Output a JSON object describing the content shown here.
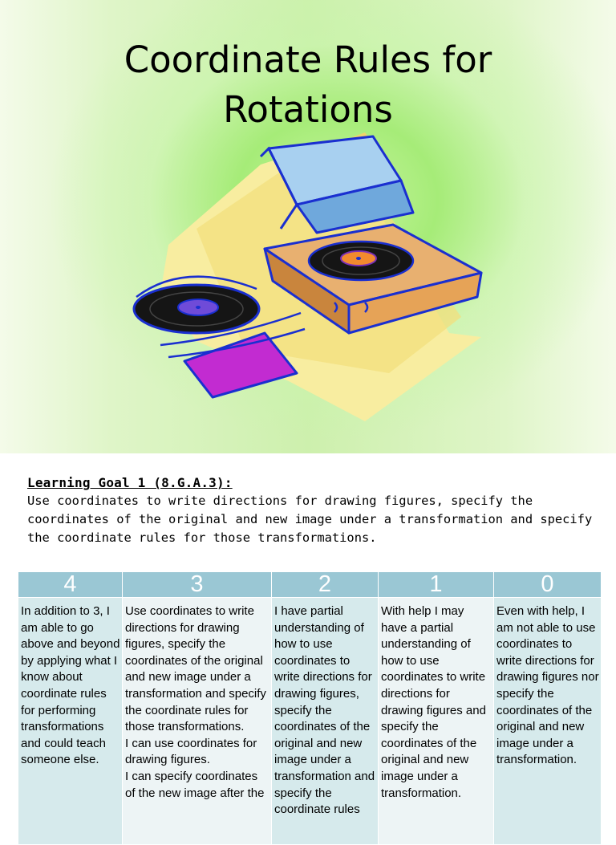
{
  "slide": {
    "title_line1": "Coordinate Rules for",
    "title_line2": "Rotations",
    "clipart_icon": "record-player-icon"
  },
  "goal": {
    "title": "Learning Goal 1 (8.G.A.3):",
    "text": "Use coordinates to write directions for drawing figures, specify the coordinates of the original and new image under a transformation and specify the coordinate rules for those transformations."
  },
  "rubric": {
    "headers": [
      "4",
      "3",
      "2",
      "1",
      "0"
    ],
    "cells": [
      "In addition to 3, I am able to go above and beyond by applying what I know about coordinate rules for performing transformations and could teach someone else.",
      "Use coordinates to write directions for drawing figures, specify the coordinates of the original and new image under a transformation and specify the coordinate rules for those transformations.\n I can use coordinates for drawing figures.\n I can specify coordinates of the new image after the",
      "I have partial understanding of how to use coordinates to write directions for drawing figures, specify the coordinates of the original and new image under a transformation and specify the coordinate rules",
      "With help I may have a partial understanding of how to use coordinates to write directions for drawing figures and specify the coordinates of the original and new image under a transformation.",
      "Even with help, I am not able to use coordinates to write directions for drawing figures nor specify the coordinates of the original and new image under a transformation."
    ]
  },
  "colors": {
    "header_bg": "#9ac7d4",
    "cell_dark": "#d6eaec",
    "cell_light": "#edf4f5",
    "slide_green": "#a6ec78"
  }
}
